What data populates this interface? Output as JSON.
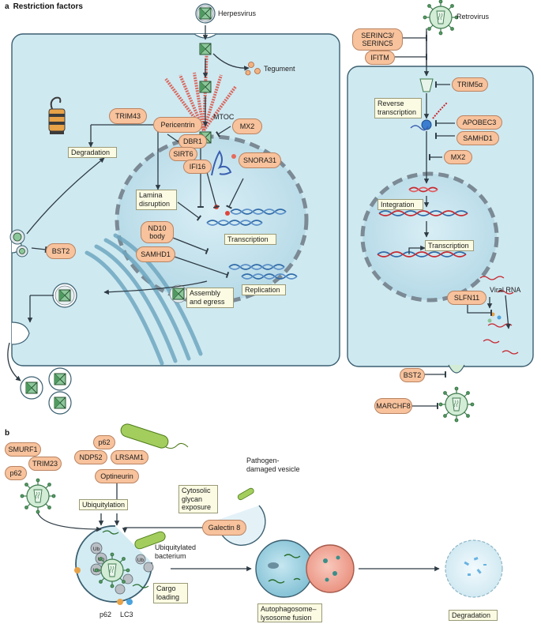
{
  "panel_a": {
    "letter": "a",
    "title": "Restriction factors",
    "virus_labels": {
      "herpesvirus": "Herpesvirus",
      "retrovirus": "Retrovirus",
      "tegument": "Tegument",
      "mtoc": "MTOC",
      "viral_rna": "Viral RNA"
    },
    "herpes_factors": {
      "trim43": "TRIM43",
      "pericentrin": "Pericentrin",
      "mx2": "MX2",
      "dbr1": "DBR1",
      "sirt6": "SIRT6",
      "ifi16": "IFI16",
      "snora31": "SNORA31",
      "nd10_body": "ND10 body",
      "samhd1": "SAMHD1",
      "bst2": "BST2"
    },
    "herpes_steps": {
      "degradation": "Degradation",
      "lamina_disruption": "Lamina disruption",
      "transcription": "Transcription",
      "replication": "Replication",
      "assembly_egress": "Assembly and egress"
    },
    "retro_factors": {
      "serinc": "SERINC3/ SERINC5",
      "ifitm": "IFITM",
      "trim5a": "TRIM5α",
      "apobec3": "APOBEC3",
      "samhd1": "SAMHD1",
      "mx2": "MX2",
      "slfn11": "SLFN11",
      "bst2": "BST2",
      "marchf8": "MARCHF8"
    },
    "retro_steps": {
      "reverse_transcription": "Reverse transcription",
      "integration": "Integration",
      "transcription": "Transcription"
    }
  },
  "panel_b": {
    "letter": "b",
    "factors": {
      "smurf1": "SMURF1",
      "trim23": "TRIM23",
      "p62_left": "p62",
      "ndp52": "NDP52",
      "p62_top": "p62",
      "lrsam1": "LRSAM1",
      "optineurin": "Optineurin",
      "galectin8": "Galectin 8"
    },
    "labels": {
      "ubiquitylation": "Ubiquitylation",
      "cytosolic_glycan_exposure": "Cytosolic glycan exposure",
      "pathogen_damaged_vesicle": "Pathogen- damaged vesicle",
      "ubiquitylated_bacterium": "Ubiquitylated bacterium",
      "cargo_loading": "Cargo loading",
      "p62": "p62",
      "lc3": "LC3",
      "autophagosome_fusion": "Autophagosome– lysosome fusion",
      "degradation": "Degradation",
      "ub": "Ub"
    }
  },
  "colors": {
    "cell": "#cfe9f1",
    "cell_border": "#3b5f70",
    "nucleus": "#bfe1ec",
    "pill": "#f7c29c",
    "box": "#fbfbe3",
    "lysosome": "#f2a89a",
    "dna_blue": "#2f6aa8",
    "dna_red": "#c8282f"
  }
}
